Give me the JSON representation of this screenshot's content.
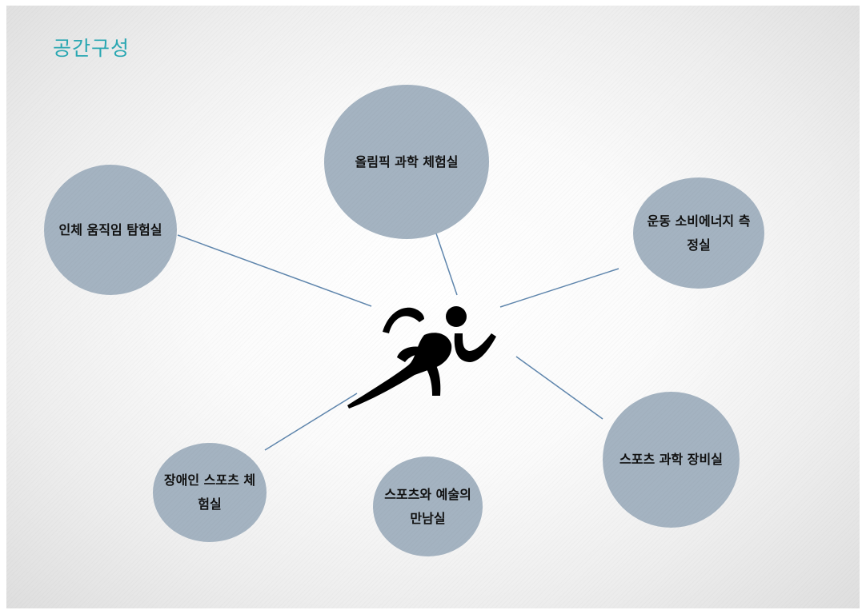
{
  "title": "공간구성",
  "colors": {
    "title": "#2aa8b3",
    "node_fill": "#a4b3c1",
    "link": "#5f86ad",
    "runner": "#000000"
  },
  "center": {
    "icon": "running-person-icon"
  },
  "rooms": [
    {
      "id": "olympic",
      "label": "올림픽 과학 체험실"
    },
    {
      "id": "body-motion",
      "label": "인체 움직임 탐험실"
    },
    {
      "id": "energy",
      "label": "운동 소비에너지 측정실"
    },
    {
      "id": "equipment",
      "label": "스포츠 과학 장비실"
    },
    {
      "id": "art",
      "label": "스포츠와 예술의 만남실"
    },
    {
      "id": "disabled",
      "label": "장애인 스포츠 체험실"
    }
  ]
}
